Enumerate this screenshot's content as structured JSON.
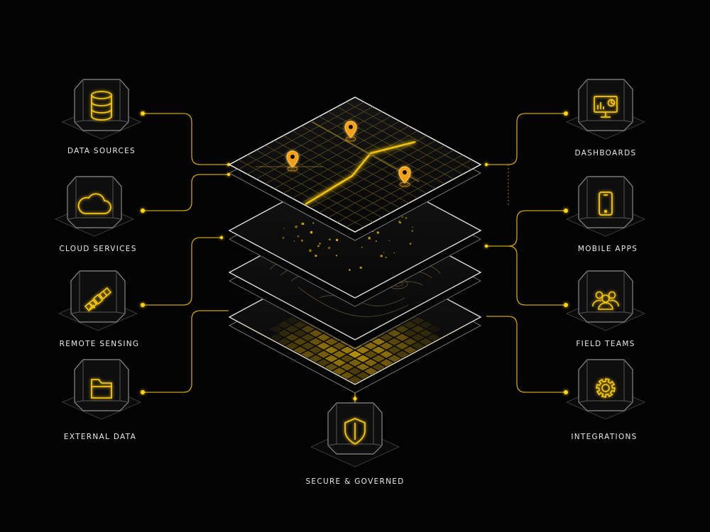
{
  "accent_color": "#f5c518",
  "sources": [
    {
      "label": "DATA SOURCES",
      "icon": "database-icon"
    },
    {
      "label": "CLOUD SERVICES",
      "icon": "cloud-icon"
    },
    {
      "label": "REMOTE SENSING",
      "icon": "satellite-icon"
    },
    {
      "label": "EXTERNAL DATA",
      "icon": "folder-icon"
    }
  ],
  "outputs": [
    {
      "label": "DASHBOARDS",
      "icon": "dashboard-monitor-icon"
    },
    {
      "label": "MOBILE APPS",
      "icon": "mobile-phone-icon"
    },
    {
      "label": "FIELD TEAMS",
      "icon": "team-users-icon"
    },
    {
      "label": "INTEGRATIONS",
      "icon": "gear-icon"
    }
  ],
  "bottom": {
    "label": "SECURE & GOVERNED",
    "icon": "shield-icon"
  },
  "layers": [
    "map-layer",
    "points-layer",
    "contour-layer",
    "heatmap-layer"
  ]
}
